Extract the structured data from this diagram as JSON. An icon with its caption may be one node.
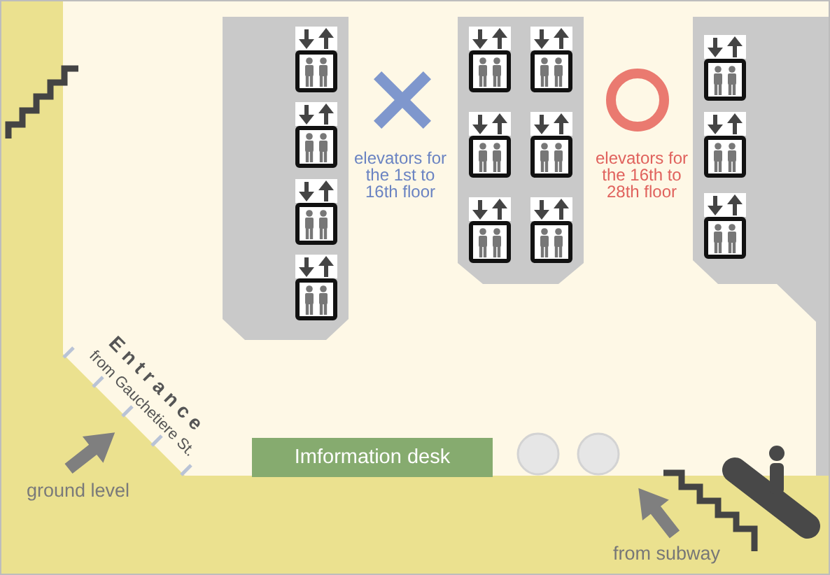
{
  "diagram": {
    "nodes": [
      {
        "text": [
          "Imformation desk"
        ]
      }
    ],
    "labels": [
      "elevators for the 1st to 16th floor",
      "elevators for the 16th to 28th floor",
      "Entrance",
      "from Gauchetiere St.",
      "ground level",
      "from subway"
    ]
  }
}
